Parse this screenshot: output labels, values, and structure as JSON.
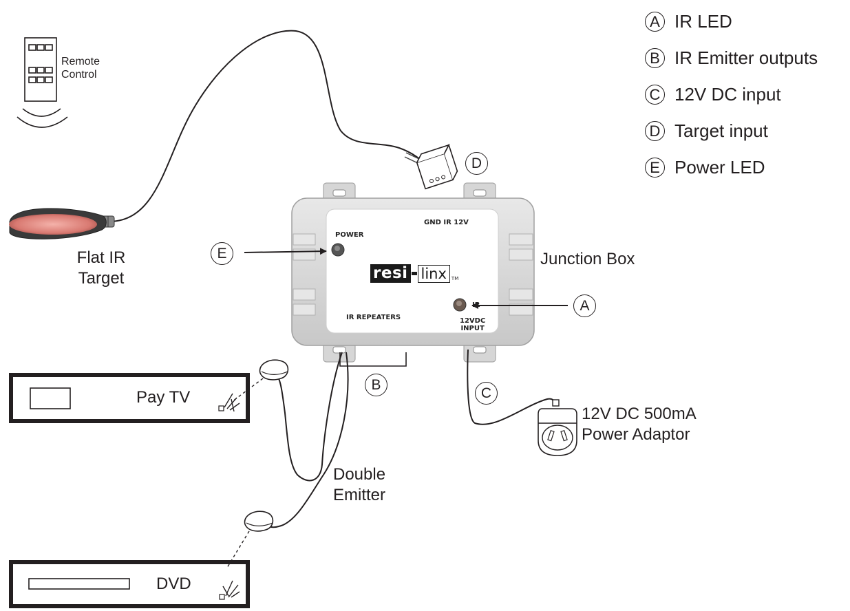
{
  "legend": [
    {
      "letter": "A",
      "text": "IR LED"
    },
    {
      "letter": "B",
      "text": "IR Emitter outputs"
    },
    {
      "letter": "C",
      "text": "12V DC input"
    },
    {
      "letter": "D",
      "text": "Target input"
    },
    {
      "letter": "E",
      "text": "Power LED"
    }
  ],
  "labels": {
    "remote_line1": "Remote",
    "remote_line2": "Control",
    "flat_target_line1": "Flat IR",
    "flat_target_line2": "Target",
    "junction_box": "Junction Box",
    "adaptor_line1": "12V DC 500mA",
    "adaptor_line2": "Power Adaptor",
    "double_emitter_line1": "Double",
    "double_emitter_line2": "Emitter",
    "pay_tv": "Pay TV",
    "dvd": "DVD"
  },
  "callouts": {
    "a": "A",
    "b": "B",
    "c": "C",
    "d": "D",
    "e": "E"
  },
  "panel": {
    "gnd_ir_12v": "GND IR  12V",
    "power": "POWER",
    "ir": "IR",
    "ir_repeaters": "IR REPEATERS",
    "input_line1": "12VDC",
    "input_line2": "INPUT"
  },
  "brand": {
    "resi": "resi",
    "linx": "linx",
    "tm": "TM"
  },
  "colors": {
    "ink": "#231f20",
    "box_body": "#d9d9d9",
    "box_face": "#ffffff",
    "target_pad": "#e8918a"
  }
}
